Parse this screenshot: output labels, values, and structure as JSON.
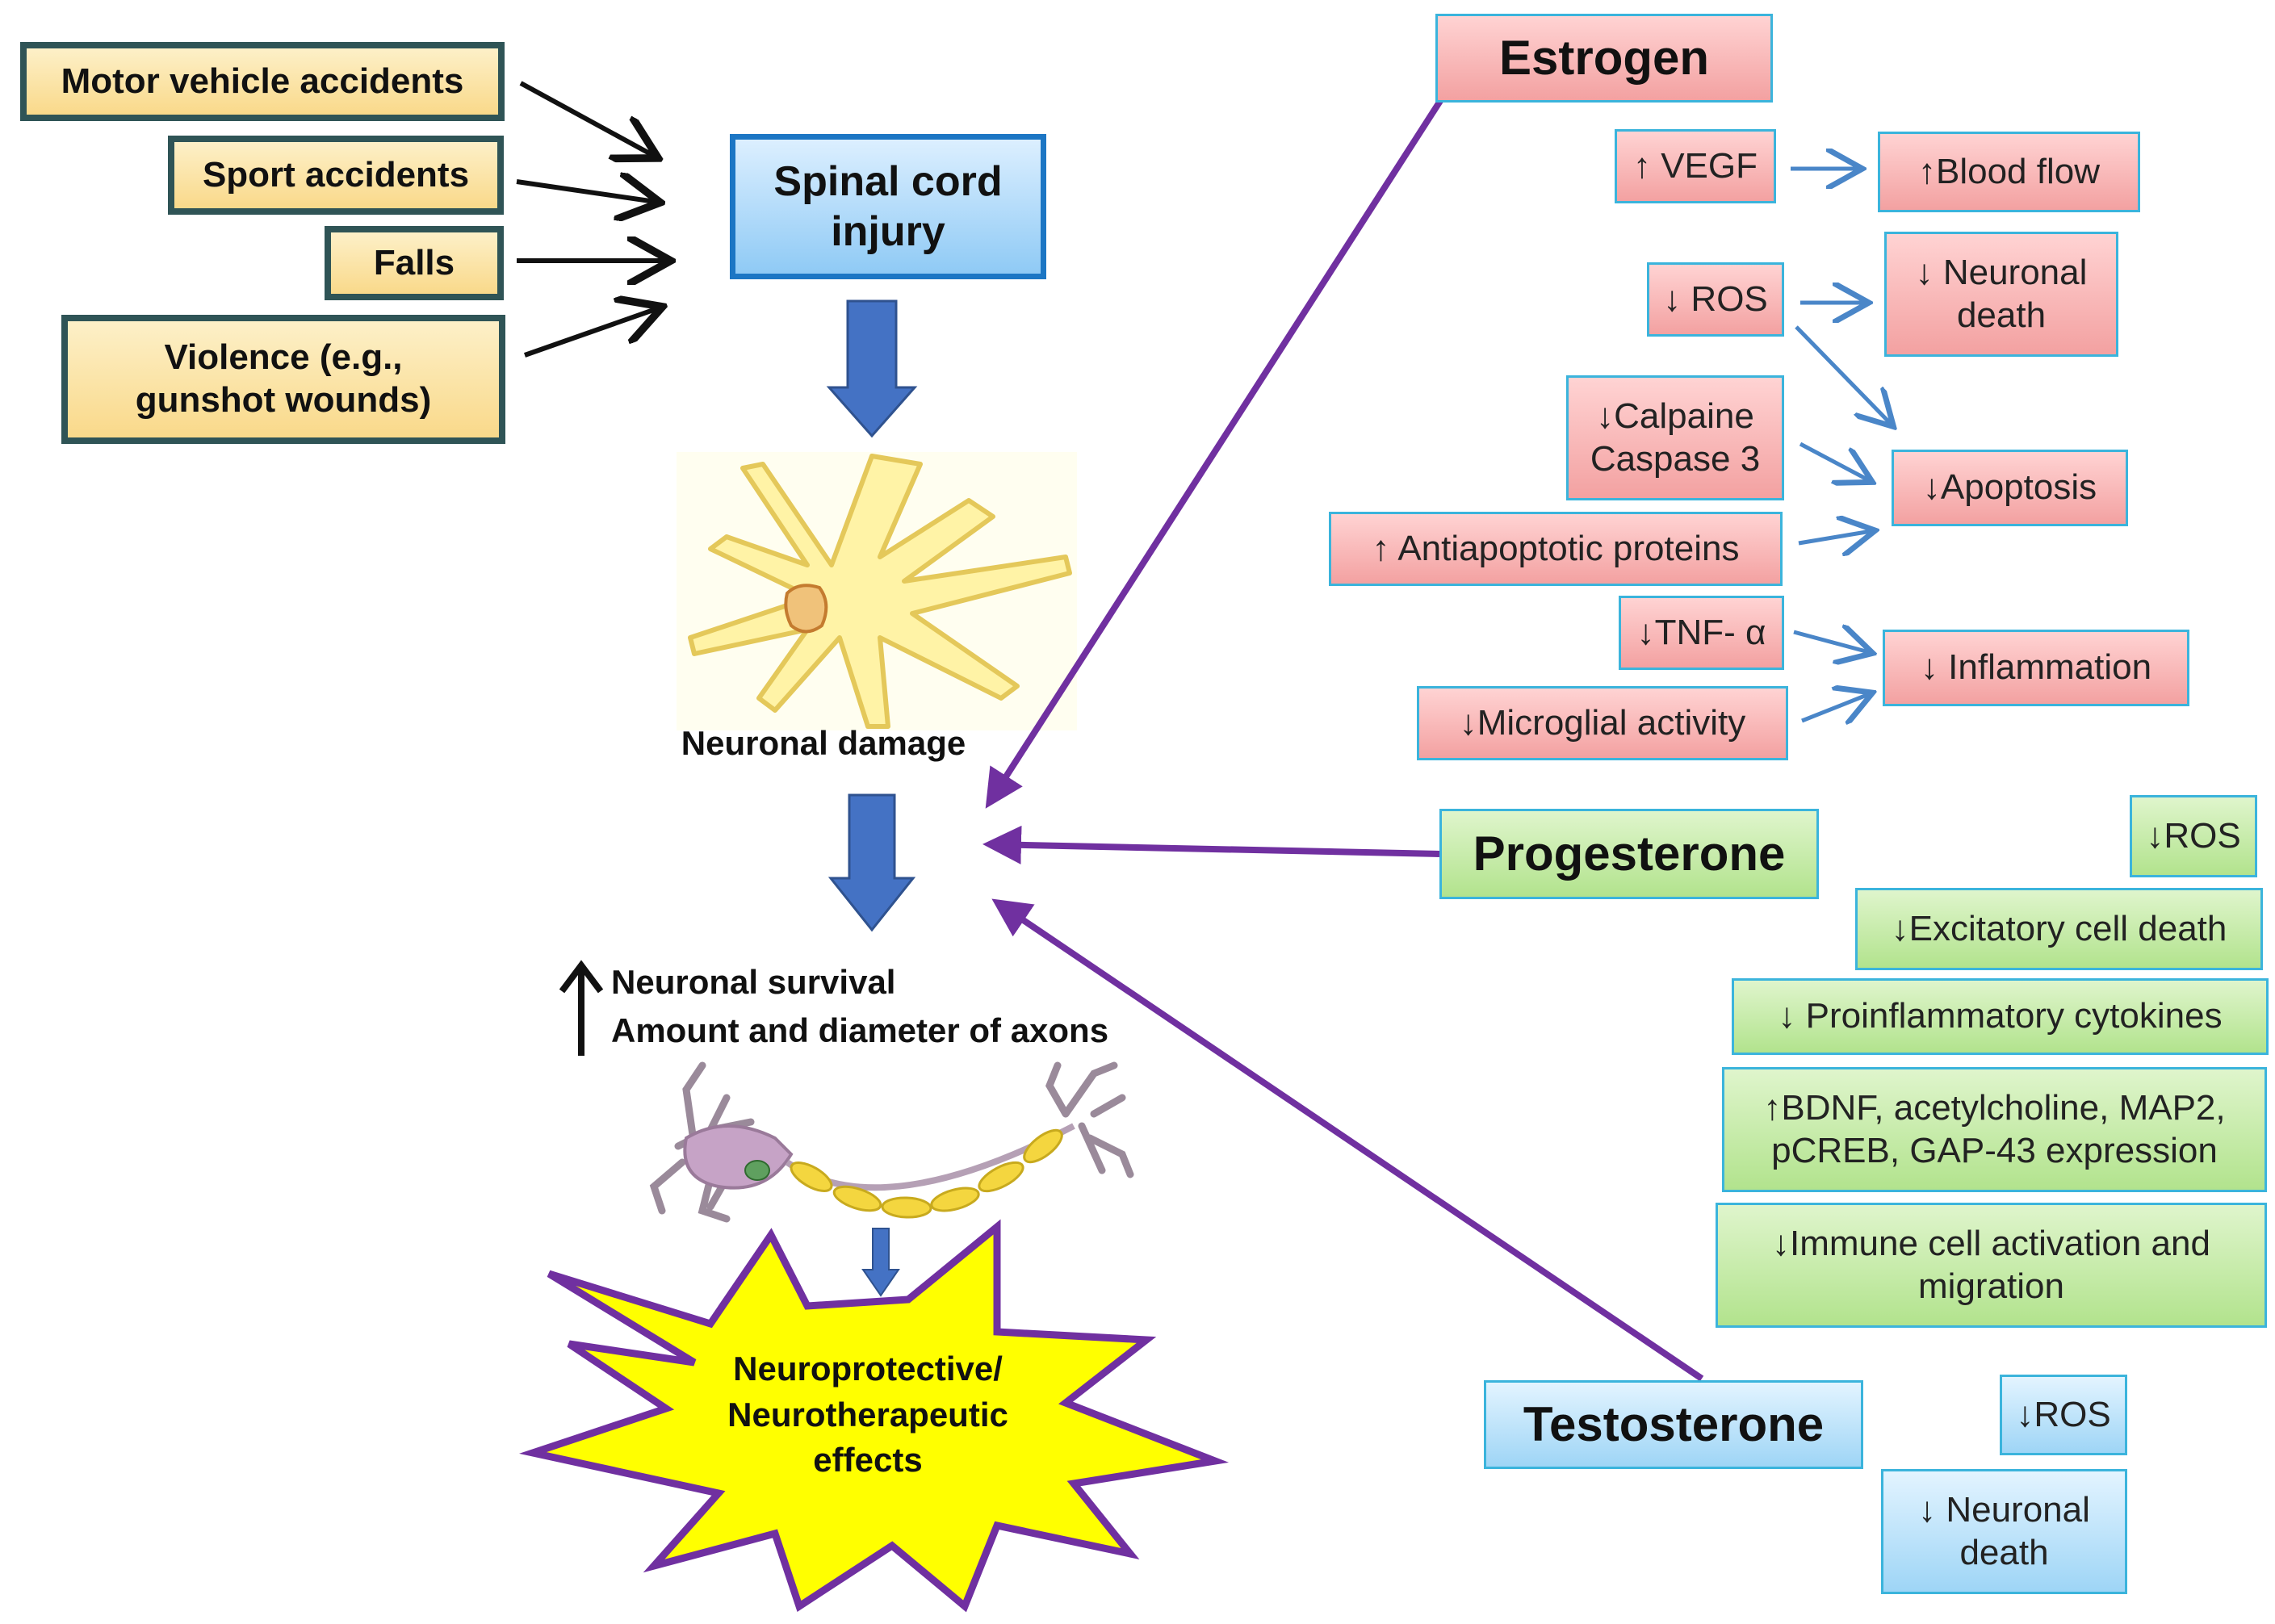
{
  "causes": [
    {
      "label": "Motor vehicle accidents"
    },
    {
      "label": "Sport accidents"
    },
    {
      "label": "Falls"
    },
    {
      "label": "Violence (e.g.,\ngunshot wounds)"
    }
  ],
  "center": {
    "injury": "Spinal cord\ninjury",
    "neuronal_damage": "Neuronal damage",
    "survival_line1": "Neuronal survival",
    "survival_line2": "Amount and diameter of axons",
    "effects": "Neuroprotective/\nNeurotherapeutic\neffects"
  },
  "estrogen": {
    "title": "Estrogen",
    "factors": [
      {
        "text": "↑ VEGF"
      },
      {
        "text": "↓ ROS"
      },
      {
        "text": "↓Calpaine\nCaspase 3"
      },
      {
        "text": "↑ Antiapoptotic proteins"
      },
      {
        "text": "↓TNF- α"
      },
      {
        "text": "↓Microglial activity"
      }
    ],
    "outcomes": [
      {
        "text": "↑Blood flow"
      },
      {
        "text": "↓ Neuronal\ndeath"
      },
      {
        "text": "↓Apoptosis"
      },
      {
        "text": "↓ Inflammation"
      }
    ]
  },
  "progesterone": {
    "title": "Progesterone",
    "effects": [
      {
        "text": "↓ROS"
      },
      {
        "text": "↓Excitatory cell death"
      },
      {
        "text": "↓ Proinflammatory cytokines"
      },
      {
        "text": "↑BDNF, acetylcholine, MAP2,\npCREB, GAP-43 expression"
      },
      {
        "text": "↓Immune cell activation and\nmigration"
      }
    ]
  },
  "testosterone": {
    "title": "Testosterone",
    "effects": [
      {
        "text": "↓ROS"
      },
      {
        "text": "↓ Neuronal\ndeath"
      }
    ]
  },
  "colors": {
    "hormone_arrow": "#7030a0",
    "small_arrow": "#4a86c8",
    "block_arrow": "#4472c4",
    "star_fill": "#ffff00",
    "star_outline": "#7030a0"
  }
}
